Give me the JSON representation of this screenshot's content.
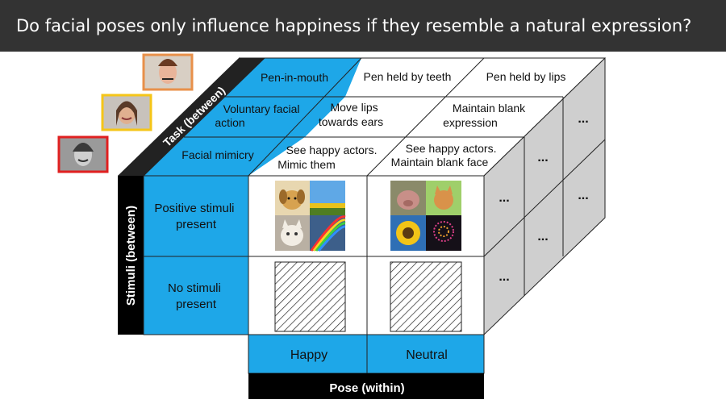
{
  "title": "Do facial poses only influence happiness if they resemble a natural expression?",
  "task_axis": {
    "label": "Task (between)",
    "levels": [
      "Pen-in-mouth",
      "Voluntary facial action",
      "Facial mimicry"
    ]
  },
  "task_conditions": {
    "pen": [
      "Pen held by teeth",
      "Pen held by lips"
    ],
    "voluntary": [
      "Move lips towards ears",
      "Maintain blank expression"
    ],
    "mimicry": [
      "See happy actors. Mimic them",
      "See happy actors. Maintain blank face"
    ]
  },
  "stimuli_axis": {
    "label": "Stimuli (between)",
    "levels": [
      "Positive stimuli present",
      "No stimuli present"
    ]
  },
  "pose_axis": {
    "label": "Pose (within)",
    "levels": [
      "Happy",
      "Neutral"
    ]
  },
  "ellipsis": "...",
  "images": {
    "happy_stimuli": [
      "puppy",
      "sunflower field",
      "kitten",
      "rainbow"
    ],
    "neutral_stimuli": [
      "pig",
      "kitten",
      "sunflower",
      "fireworks"
    ],
    "faces": [
      "pen-in-mouth face",
      "voluntary action face",
      "mimicry face"
    ]
  },
  "colors": {
    "title_bar": "#333333",
    "axis_blue": "#1ea7e8",
    "axis_black": "#000000",
    "side_gray": "#cfcfcf",
    "face_borders": [
      "#e8904a",
      "#f5c518",
      "#e02020"
    ]
  }
}
